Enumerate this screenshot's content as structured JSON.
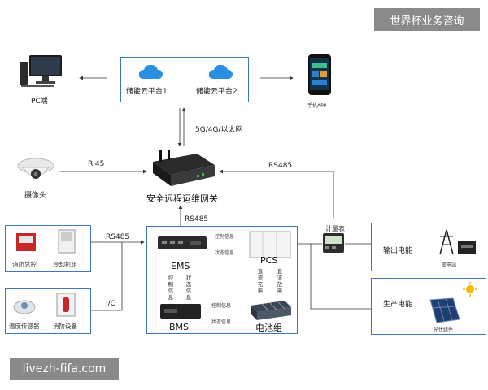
{
  "badge_top": "世界杯业务咨询",
  "badge_bottom": "livezh-fifa.com",
  "cloud": {
    "platform1": "储能云平台1",
    "platform2": "储能云平台2"
  },
  "pc_label": "PC端",
  "phone_label": "手机APP",
  "network_label": "5G/4G/以太网",
  "gateway_label": "安全远程运维网关",
  "camera_label": "摄像头",
  "rj45_label": "RJ45",
  "rs485_top": "RS485",
  "rs485_mid": "RS485",
  "rs485_left": "RS485",
  "io_label": "I/O",
  "fire_box": {
    "item1": "消防总控",
    "item2": "冷却机组"
  },
  "sensor_box": {
    "item1": "温度传感器",
    "item2": "消防设备"
  },
  "core": {
    "ems": "EMS",
    "pcs": "PCS",
    "bms": "BMS",
    "battery": "电池组",
    "control_info_1": "控制信息",
    "status_info_1": "状态信息",
    "control_info_2": "控制信息",
    "status_info_2": "状态信息",
    "v_control": "控制信息",
    "v_status": "状态信息",
    "dc_charge": "直流充电",
    "dc_discharge": "直流放电"
  },
  "meter_label": "计量表",
  "output_box": {
    "label": "输出电能",
    "device": "变电站"
  },
  "produce_box": {
    "label": "生产电能",
    "device": "光伏组件"
  },
  "colors": {
    "frame": "#3a78c2",
    "badge": "#8a8a8a",
    "line": "#333333",
    "cloud": "#2a8fe0"
  }
}
